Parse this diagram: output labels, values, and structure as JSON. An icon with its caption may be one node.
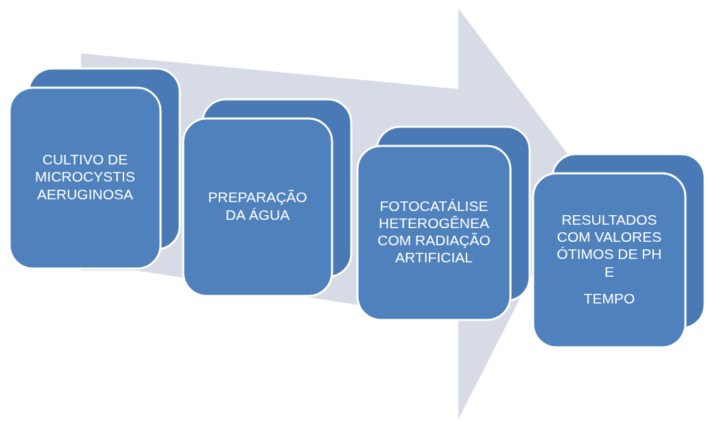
{
  "diagram": {
    "nodes": [
      {
        "text": [
          "CULTIVO DE MICROCYSTIS AERUGINOSA"
        ]
      },
      {
        "text": [
          "PREPARAÇÃO DA ÁGUA"
        ]
      },
      {
        "text": [
          "FOTOCATÁLISE HETEROGÊNEA COM RADIAÇÃO ARTIFICIAL"
        ]
      },
      {
        "text": [
          "RESULTADOS COM VALORES ÓTIMOS DE PH E",
          "TEMPO"
        ]
      }
    ],
    "edges": [
      {
        "from": 0,
        "to": 3,
        "arrow": "to"
      }
    ]
  }
}
